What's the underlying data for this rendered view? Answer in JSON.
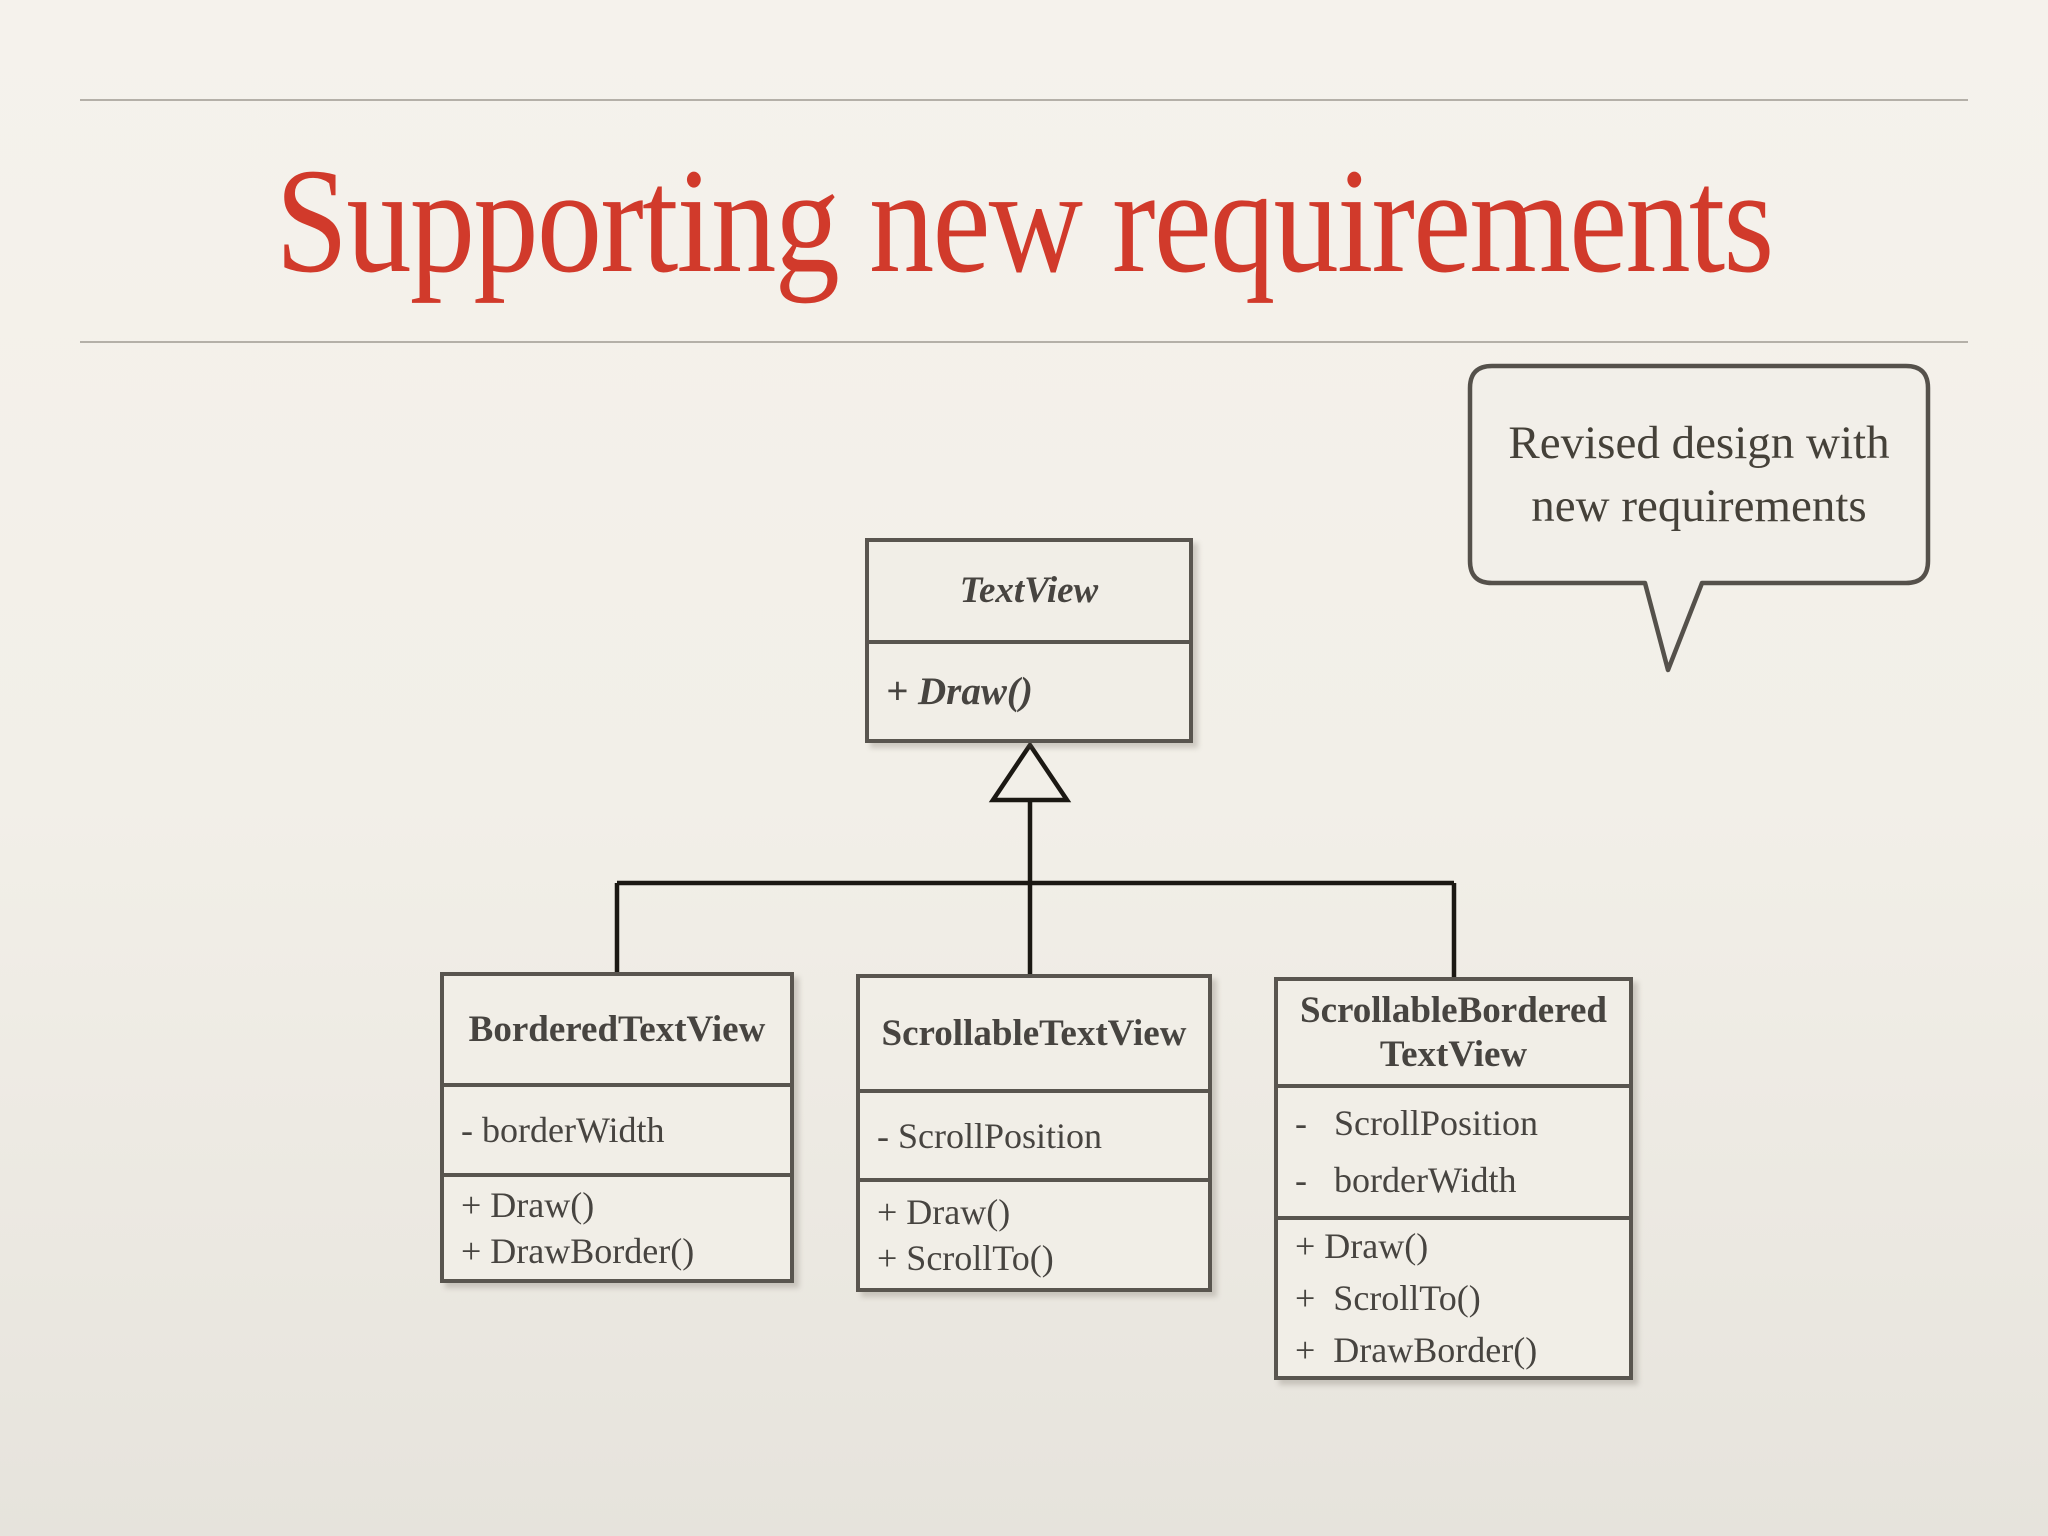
{
  "slide": {
    "title": "Supporting new requirements",
    "title_color": "#d13a2b",
    "background_color": "#f2efe8",
    "rule_color": "#b4b0a8"
  },
  "callout": {
    "lines": [
      "Revised design with",
      "new requirements"
    ],
    "border_color": "#55514b",
    "text_color": "#454139"
  },
  "diagram": {
    "connector_color": "#1b1813",
    "box_border_color": "#59554f",
    "parent": {
      "name": "TextView",
      "methods": [
        "+ Draw()"
      ]
    },
    "children": [
      {
        "name": "BorderedTextView",
        "attributes": [
          "- borderWidth"
        ],
        "methods": [
          "+ Draw()",
          "+ DrawBorder()"
        ]
      },
      {
        "name": "ScrollableTextView",
        "attributes": [
          "- ScrollPosition"
        ],
        "methods": [
          "+ Draw()",
          "+ ScrollTo()"
        ]
      },
      {
        "name_lines": [
          "ScrollableBordered",
          "TextView"
        ],
        "attributes": [
          "-   ScrollPosition",
          "-   borderWidth"
        ],
        "methods": [
          "+ Draw()",
          "+  ScrollTo()",
          "+  DrawBorder()"
        ]
      }
    ]
  }
}
